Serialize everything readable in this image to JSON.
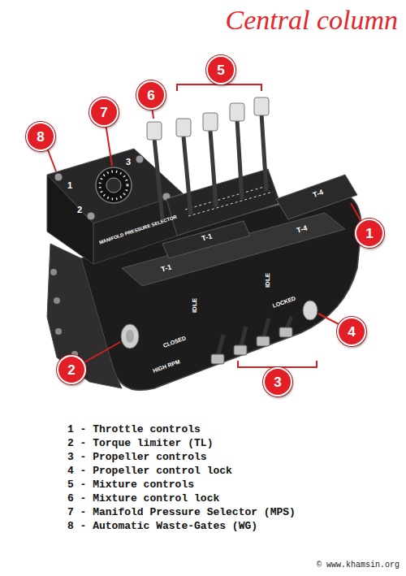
{
  "diagram": {
    "title": "Central column",
    "nodes": [
      {
        "text": [
          "5"
        ]
      },
      {
        "text": [
          "6"
        ]
      },
      {
        "text": [
          "7"
        ]
      },
      {
        "text": [
          "8"
        ]
      },
      {
        "text": [
          "1"
        ]
      },
      {
        "text": [
          "4"
        ]
      },
      {
        "text": [
          "2"
        ]
      },
      {
        "text": [
          "3"
        ]
      }
    ],
    "labels": [
      "T-4",
      "T-4",
      "T-1",
      "T-1",
      "IDLE",
      "IDLE",
      "CLOSED",
      "LOCKED",
      "HIGH RPM",
      "MANIFOLD PRESSURE SELECTOR",
      "1",
      "2",
      "3",
      "1 - Throttle controls",
      "2 - Torque limiter (TL)",
      "3 - Propeller controls",
      "4 - Propeller control lock",
      "5 - Mixture controls",
      "6 - Mixture control lock",
      "7 - Manifold Pressure Selector (MPS)",
      "8 - Automatic Waste-Gates (WG)",
      "© www.khamsin.org"
    ]
  }
}
